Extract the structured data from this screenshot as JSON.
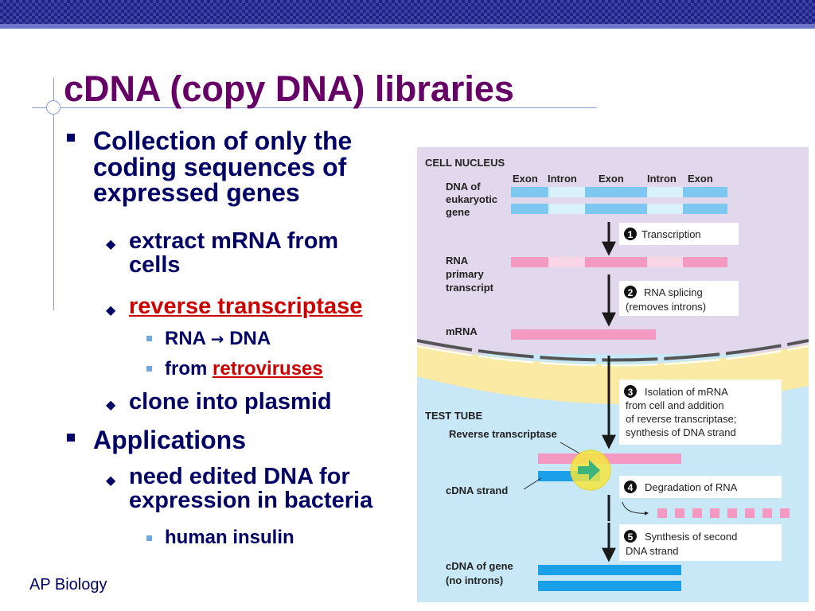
{
  "slide": {
    "title": "cDNA (copy DNA) libraries",
    "footer": "AP Biology"
  },
  "bullets": {
    "b1": "Collection of only the coding sequences of expressed genes",
    "b1_line1": "Collection of only the",
    "b1_line2": "coding sequences of",
    "b1_line3": "expressed genes",
    "b1_1_line1": "extract mRNA from",
    "b1_1_line2": "cells",
    "b1_2": "reverse transcriptase",
    "b1_2_1_a": "RNA",
    "b1_2_1_arrow": "→",
    "b1_2_1_b": "DNA",
    "b1_2_2_prefix": "from ",
    "b1_2_2_link": "retroviruses",
    "b1_3": "clone into plasmid",
    "b2": "Applications",
    "b2_1_line1": "need edited DNA for",
    "b2_1_line2": "expression in bacteria",
    "b2_1_1": "human insulin"
  },
  "diagram": {
    "cell_nucleus": "CELL NUCLEUS",
    "test_tube": "TEST TUBE",
    "exon1": "Exon",
    "intron1": "Intron",
    "exon2": "Exon",
    "intron2": "Intron",
    "exon3": "Exon",
    "dna_label_1": "DNA of",
    "dna_label_2": "eukaryotic",
    "dna_label_3": "gene",
    "rna_label_1": "RNA",
    "rna_label_2": "primary",
    "rna_label_3": "transcript",
    "mrna_label": "mRNA",
    "rt_label": "Reverse transcriptase",
    "cdna_strand_label": "cDNA strand",
    "cdna_gene_label_1": "cDNA of gene",
    "cdna_gene_label_2": "(no introns)",
    "step1_num": "1",
    "step1": "Transcription",
    "step2_num": "2",
    "step2_line1": "RNA splicing",
    "step2_line2": "(removes introns)",
    "step3_num": "3",
    "step3_line1": "Isolation of mRNA",
    "step3_line2": "from cell and addition",
    "step3_line3": "of reverse transcriptase;",
    "step3_line4": "synthesis of DNA strand",
    "step4_num": "4",
    "step4": "Degradation of RNA",
    "step5_num": "5",
    "step5_line1": "Synthesis of second",
    "step5_line2": "DNA strand",
    "colors": {
      "nucleus": "#e2d8ee",
      "membrane": "#fbeaa4",
      "tube": "#c8e8f8",
      "exon_dna": "#7ec7f0",
      "intron_dna": "#d8f1fb",
      "exon_rna": "#f49ac2",
      "intron_rna": "#f9d6e6",
      "cdna": "#1aa0e8"
    }
  },
  "colors": {
    "title": "#660066",
    "text": "#000066",
    "link": "#cc0000",
    "topbar": "#2a2f8c"
  }
}
